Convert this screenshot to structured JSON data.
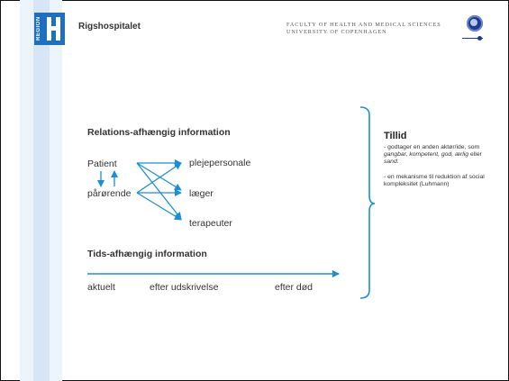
{
  "header": {
    "logo_text": "REGION",
    "brand": "Rigshospitalet",
    "faculty_line1": "FACULTY OF HEALTH AND MEDICAL SCIENCES",
    "faculty_line2": "UNIVERSITY OF COPENHAGEN"
  },
  "relations": {
    "heading": "Relations-afhængig information",
    "left": [
      "Patient",
      "pårørende"
    ],
    "right": [
      "plejepersonale",
      "læger",
      "terapeuter"
    ]
  },
  "time": {
    "heading": "Tids-afhængig information",
    "labels": [
      "aktuelt",
      "efter udskrivelse",
      "efter død"
    ]
  },
  "tillid": {
    "title": "Tillid",
    "p1_a": "-   godtager en anden aktør/ide, som ",
    "p1_b": "gangbar, kompetent, god, ærlig",
    "p1_c": " eller ",
    "p1_d": "sand.",
    "p2": "-  en mekanisme til reduktion af social kompleksitet (Luhmann)"
  },
  "colors": {
    "accent": "#1a8fd6",
    "brand_blue": "#1f6fc1"
  }
}
